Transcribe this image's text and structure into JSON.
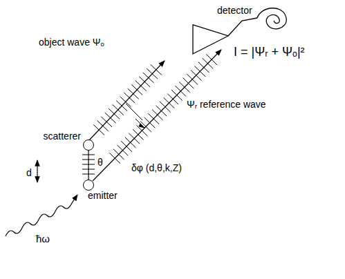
{
  "diagram": {
    "nodes": [
      {
        "text": [
          "scatterer"
        ]
      },
      {
        "text": [
          "emitter"
        ]
      }
    ],
    "edges": [
      {
        "from": 1,
        "to": 0,
        "arrow": "none"
      }
    ],
    "labels": [
      "detector",
      "object wave Ψₒ",
      "I = |Ψᵣ + Ψₒ|²",
      "Ψᵣ reference wave",
      "δφ (d,θ,k,Z)",
      "d",
      "θ",
      "ħω"
    ]
  }
}
